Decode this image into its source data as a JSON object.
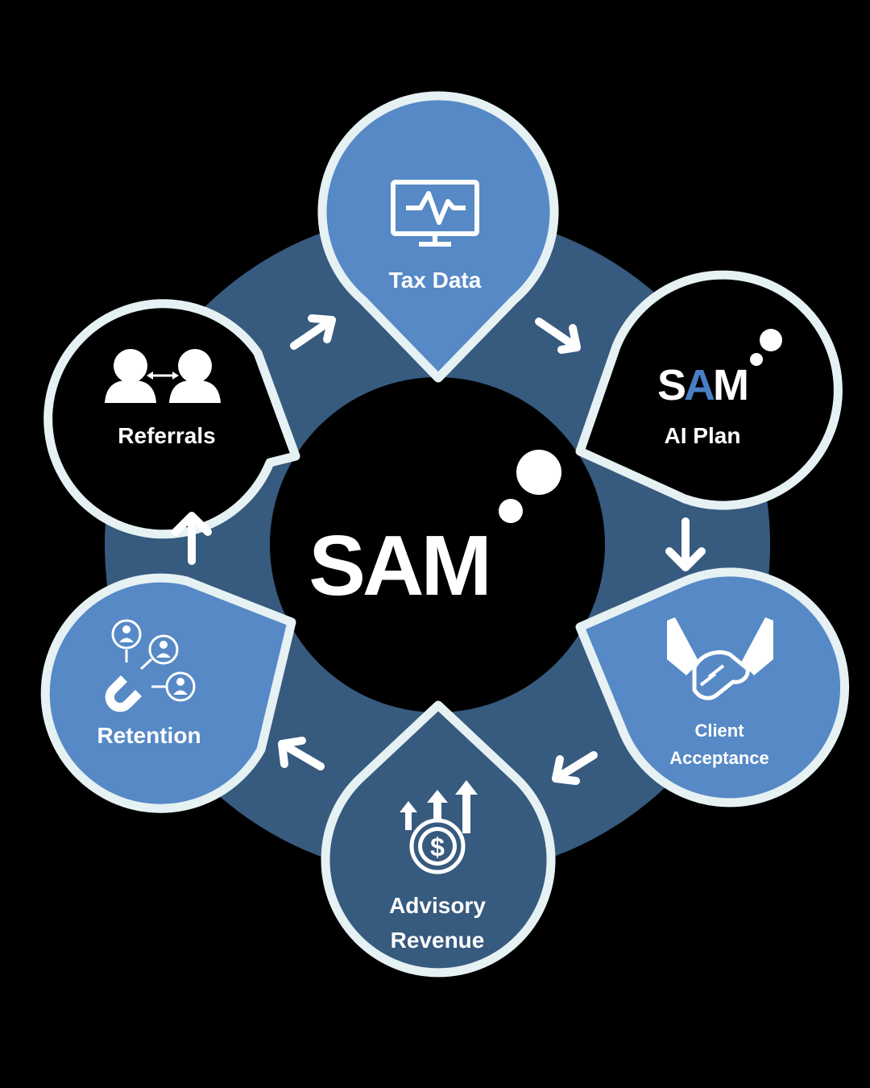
{
  "center": {
    "logo_text": "SAM"
  },
  "steps": [
    {
      "id": "tax-data",
      "label": "Tax Data",
      "icon": "monitor-heartbeat-icon"
    },
    {
      "id": "ai-plan",
      "label": "AI Plan",
      "logo_s": "S",
      "logo_a": "A",
      "logo_m": "M",
      "icon": "sam-logo-icon"
    },
    {
      "id": "client-acceptance",
      "label_line1": "Client",
      "label_line2": "Acceptance",
      "icon": "handshake-icon"
    },
    {
      "id": "advisory-revenue",
      "label_line1": "Advisory",
      "label_line2": "Revenue",
      "icon": "dollar-growth-icon"
    },
    {
      "id": "retention",
      "label": "Retention",
      "icon": "magnet-people-icon"
    },
    {
      "id": "referrals",
      "label": "Referrals",
      "icon": "people-exchange-icon"
    }
  ],
  "colors": {
    "background": "#000000",
    "ring": "#375a7f",
    "light_blue": "#5689c6",
    "dark_blue": "#375a7f",
    "outline": "#e6f1f3",
    "text": "#ffffff",
    "logo_accent": "#4a7fc4"
  }
}
